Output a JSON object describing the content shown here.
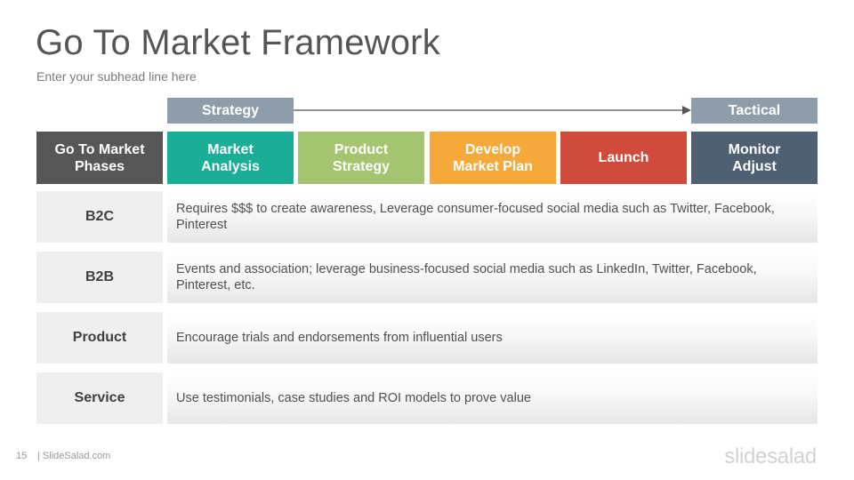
{
  "header": {
    "title": "Go To Market Framework",
    "subhead": "Enter your subhead line here"
  },
  "timeline": {
    "start_label": "Strategy",
    "end_label": "Tactical"
  },
  "phases": [
    {
      "label": "Go To Market\nPhases",
      "color": "#565656"
    },
    {
      "label": "Market\nAnalysis",
      "color": "#1aae96"
    },
    {
      "label": "Product\nStrategy",
      "color": "#a5c46f"
    },
    {
      "label": "Develop\nMarket Plan",
      "color": "#f4a93a"
    },
    {
      "label": "Launch",
      "color": "#cf4b3b"
    },
    {
      "label": "Monitor\nAdjust",
      "color": "#506073"
    }
  ],
  "rows": [
    {
      "label": "B2C",
      "text": "Requires $$$ to create awareness, Leverage consumer-focused social media such as Twitter, Facebook, Pinterest"
    },
    {
      "label": "B2B",
      "text": "Events and association; leverage business-focused social media such as LinkedIn, Twitter, Facebook, Pinterest, etc."
    },
    {
      "label": "Product",
      "text": "Encourage trials and endorsements from influential users"
    },
    {
      "label": "Service",
      "text": "Use testimonials, case studies and ROI models to prove value"
    }
  ],
  "footer": {
    "page_number": "15",
    "site": "| SlideSalad.com",
    "logo": "slidesalad"
  }
}
